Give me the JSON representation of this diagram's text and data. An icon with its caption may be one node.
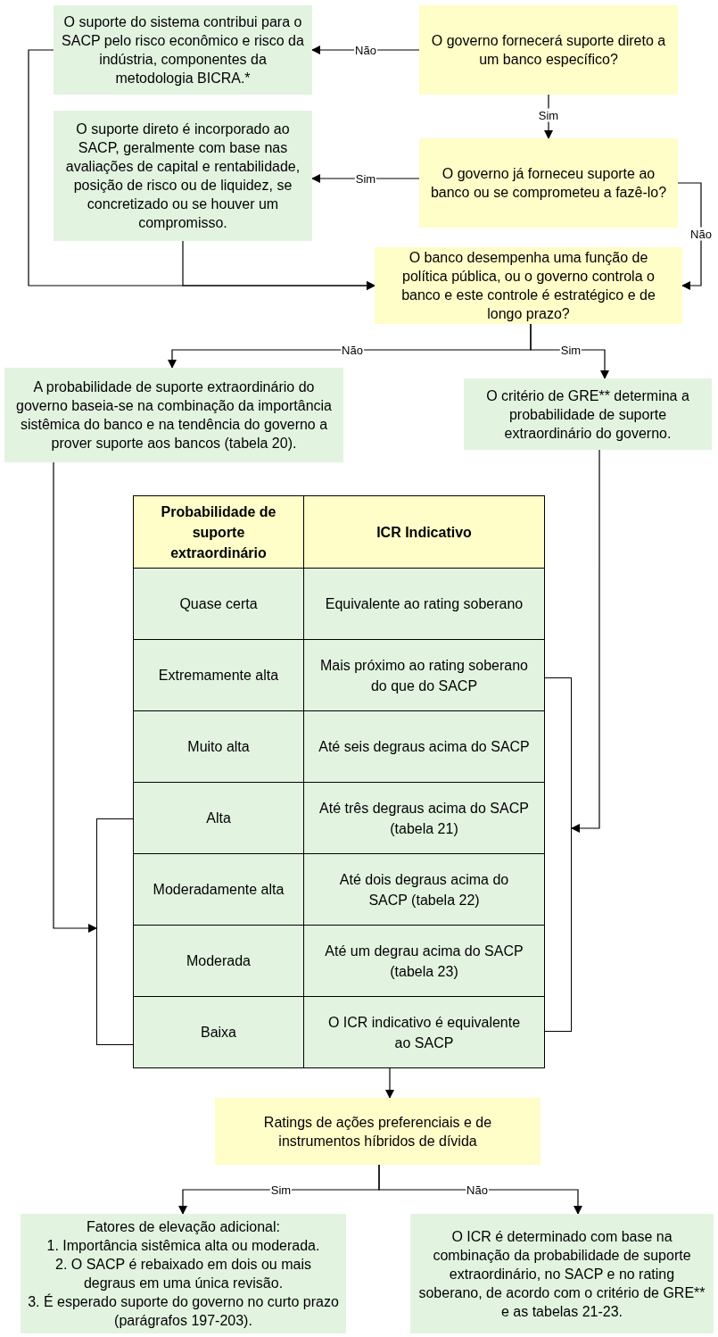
{
  "diagram": {
    "nodes": [
      {
        "text": [
          "O suporte do sistema contribui para o SACP pelo risco econômico e risco da indústria, componentes da metodologia BICRA.*"
        ]
      },
      {
        "text": [
          "O governo fornecerá suporte direto a um banco específico?"
        ]
      },
      {
        "text": [
          "O suporte direto é incorporado ao SACP, geralmente com base nas avaliações de capital e rentabilidade, posição de risco ou de liquidez, se concretizado ou se houver um compromisso."
        ]
      },
      {
        "text": [
          "O governo já forneceu suporte ao banco ou se comprometeu a fazê-lo?"
        ]
      },
      {
        "text": [
          "O banco desempenha uma função de política pública, ou o governo controla o banco e este controle é estratégico e de longo prazo?"
        ]
      },
      {
        "text": [
          "A probabilidade de suporte extraordinário do governo baseia-se na combinação da importância sistêmica do banco e na tendência do governo a prover suporte aos bancos (tabela 20)."
        ]
      },
      {
        "text": [
          "O critério de GRE** determina a probabilidade de suporte extraordinário do governo."
        ]
      },
      {
        "text": [],
        "shape": "table"
      },
      {
        "text": [
          "Probabilidade de suporte extraordinário"
        ],
        "in": 7
      },
      {
        "text": [
          "ICR Indicativo"
        ],
        "in": 7
      },
      {
        "text": [
          "Quase certa"
        ],
        "in": 7
      },
      {
        "text": [
          "Equivalente ao rating soberano"
        ],
        "in": 7
      },
      {
        "text": [
          "Extremamente alta"
        ],
        "in": 7
      },
      {
        "text": [
          "Mais próximo ao rating soberano do que do SACP"
        ],
        "in": 7
      },
      {
        "text": [
          "Muito alta"
        ],
        "in": 7
      },
      {
        "text": [
          "Até seis degraus acima do SACP"
        ],
        "in": 7
      },
      {
        "text": [
          "Alta"
        ],
        "in": 7
      },
      {
        "text": [
          "Até três degraus acima do SACP (tabela 21)"
        ],
        "in": 7
      },
      {
        "text": [
          "Moderadamente alta"
        ],
        "in": 7
      },
      {
        "text": [
          "Até dois degraus acima do SACP (tabela 22)"
        ],
        "in": 7
      },
      {
        "text": [
          "Moderada"
        ],
        "in": 7
      },
      {
        "text": [
          "Até um degrau acima do SACP (tabela 23)"
        ],
        "in": 7
      },
      {
        "text": [
          "Baixa"
        ],
        "in": 7
      },
      {
        "text": [
          "O ICR indicativo é equivalente ao SACP"
        ],
        "in": 7
      },
      {
        "text": [],
        "shape": "bracket"
      },
      {
        "text": [],
        "shape": "bracket"
      },
      {
        "text": [
          "Ratings de ações preferenciais e de instrumentos híbridos de dívida"
        ]
      },
      {
        "text": [
          "Fatores de elevação adicional:",
          "1. Importância sistêmica alta ou moderada.",
          "2. O SACP é rebaixado em dois ou mais degraus em uma única revisão.",
          "3. É esperado suporte do governo no curto prazo (parágrafos 197-203)."
        ]
      },
      {
        "text": [
          "O ICR é determinado com base na combinação da probabilidade de suporte extraordinário, no SACP e no rating soberano, de acordo com o critério de GRE** e as tabelas 21-23."
        ]
      }
    ],
    "edges": [
      {
        "from": 1,
        "to": 0,
        "arrow": "to",
        "label": "Não"
      },
      {
        "from": 1,
        "to": 3,
        "arrow": "to",
        "label": "Sim"
      },
      {
        "from": 3,
        "to": 2,
        "arrow": "to",
        "label": "Sim"
      },
      {
        "from": 3,
        "to": 4,
        "arrow": "to",
        "label": "Não"
      },
      {
        "from": 0,
        "to": 4,
        "arrow": "to"
      },
      {
        "from": 2,
        "to": 4,
        "arrow": "to"
      },
      {
        "from": 4,
        "to": 5,
        "arrow": "to",
        "label": "Não"
      },
      {
        "from": 4,
        "to": 6,
        "arrow": "to",
        "label": "Sim"
      },
      {
        "from": 5,
        "to": 24,
        "arrow": "to"
      },
      {
        "from": 6,
        "to": 25,
        "arrow": "to"
      },
      {
        "from": 7,
        "to": 26,
        "arrow": "to"
      },
      {
        "from": 26,
        "to": 27,
        "arrow": "to",
        "label": "Sim"
      },
      {
        "from": 26,
        "to": 28,
        "arrow": "to",
        "label": "Não"
      }
    ]
  }
}
